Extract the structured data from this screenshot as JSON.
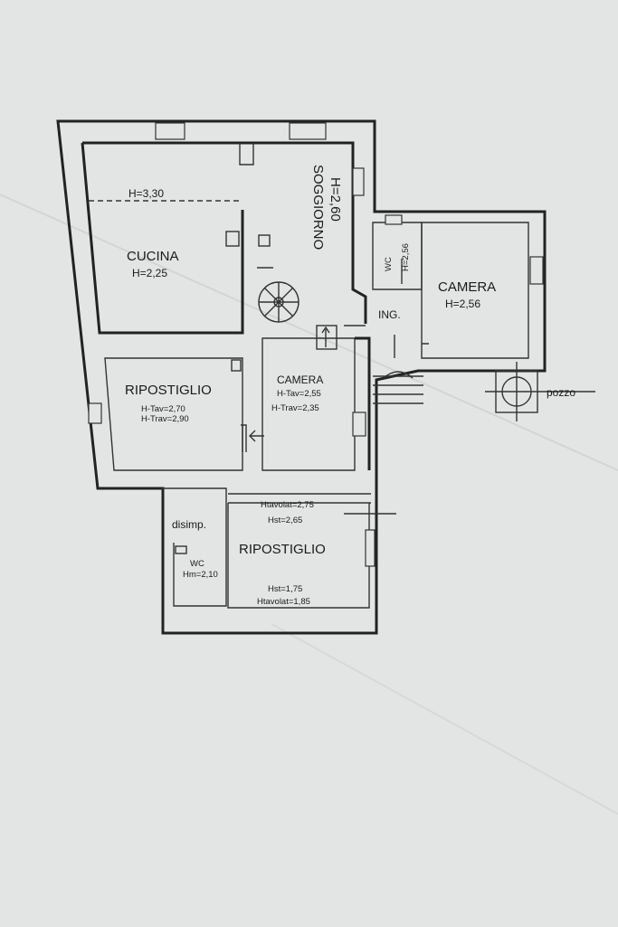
{
  "rooms": {
    "cucina": {
      "name": "CUCINA",
      "height": "H=2,25",
      "ceiling": "H=3,30"
    },
    "soggiorno": {
      "name": "SOGGIORNO",
      "height": "H=2,60"
    },
    "wc_top": {
      "name": "WC",
      "height": "H=2,56"
    },
    "camera_right": {
      "name": "CAMERA",
      "height": "H=2,56"
    },
    "ingresso": {
      "name": "ING."
    },
    "ripostiglio_left": {
      "name": "RIPOSTIGLIO",
      "h_tav": "H-Tav=2,70",
      "h_trav": "H-Trav=2,90"
    },
    "camera_center": {
      "name": "CAMERA",
      "h_tav": "H-Tav=2,55",
      "h_trav": "H-Trav=2,35"
    },
    "disimpegno": {
      "name": "disimp."
    },
    "wc_bottom": {
      "name": "WC",
      "height": "Hm=2,10"
    },
    "ripostiglio_bottom": {
      "name": "RIPOSTIGLIO",
      "htavolat_top": "Htavolat=2,75",
      "hst_top": "Hst=2,65",
      "hst_bottom": "Hst=1,75",
      "htavolat_bottom": "Htavolat=1,85"
    }
  },
  "labels": {
    "pozzo": "pozzo"
  }
}
